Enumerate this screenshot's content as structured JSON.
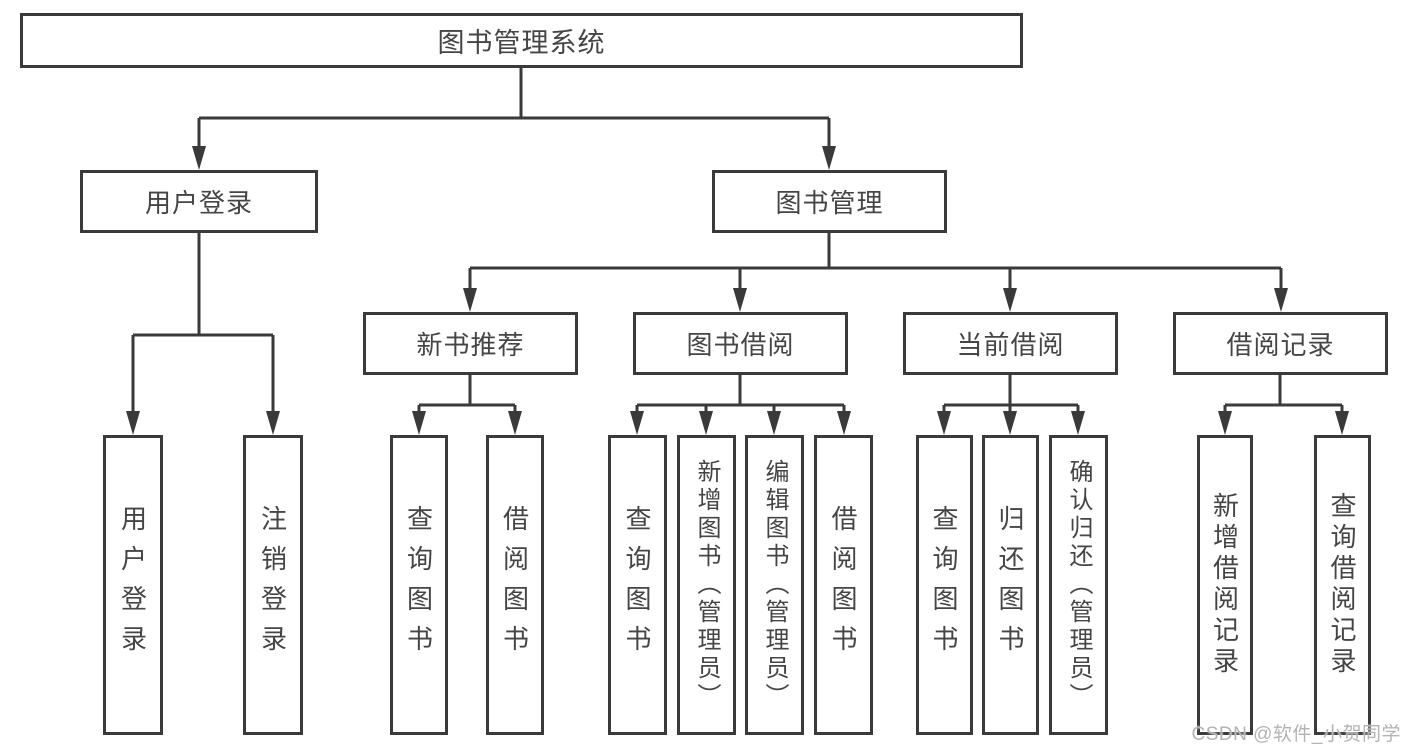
{
  "tree": {
    "root": {
      "label": "图书管理系统"
    },
    "children": [
      {
        "label": "用户登录",
        "children": [
          {
            "label": "用户登录"
          },
          {
            "label": "注销登录"
          }
        ]
      },
      {
        "label": "图书管理",
        "children": [
          {
            "label": "新书推荐",
            "children": [
              {
                "label": "查询图书"
              },
              {
                "label": "借阅图书"
              }
            ]
          },
          {
            "label": "图书借阅",
            "children": [
              {
                "label": "查询图书"
              },
              {
                "label": "新增图书（管理员）"
              },
              {
                "label": "编辑图书（管理员）"
              },
              {
                "label": "借阅图书"
              }
            ]
          },
          {
            "label": "当前借阅",
            "children": [
              {
                "label": "查询图书"
              },
              {
                "label": "归还图书"
              },
              {
                "label": "确认归还（管理员）"
              }
            ]
          },
          {
            "label": "借阅记录",
            "children": [
              {
                "label": "新增借阅记录"
              },
              {
                "label": "查询借阅记录"
              }
            ]
          }
        ]
      }
    ]
  },
  "watermark": {
    "text": "CSDN @软件_小贺同学"
  },
  "colors": {
    "line": "#3a3a3a",
    "text": "#454545",
    "watermark": "#b3b3b3",
    "background": "#ffffff"
  }
}
